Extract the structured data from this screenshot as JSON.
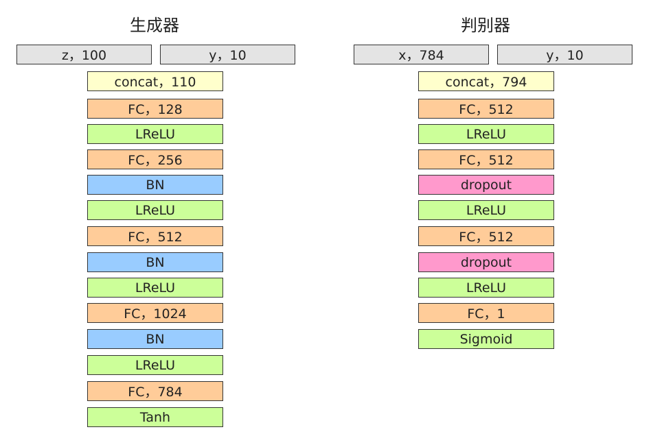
{
  "generator": {
    "title": "生成器",
    "inputs": [
      "z，100",
      "y，10"
    ],
    "layers": [
      {
        "label": "concat，110",
        "kind": "concat"
      },
      {
        "label": "FC，128",
        "kind": "fc"
      },
      {
        "label": "LReLU",
        "kind": "act"
      },
      {
        "label": "FC，256",
        "kind": "fc"
      },
      {
        "label": "BN",
        "kind": "bn"
      },
      {
        "label": "LReLU",
        "kind": "act"
      },
      {
        "label": "FC，512",
        "kind": "fc"
      },
      {
        "label": "BN",
        "kind": "bn"
      },
      {
        "label": "LReLU",
        "kind": "act"
      },
      {
        "label": "FC，1024",
        "kind": "fc"
      },
      {
        "label": "BN",
        "kind": "bn"
      },
      {
        "label": "LReLU",
        "kind": "act"
      },
      {
        "label": "FC，784",
        "kind": "fc"
      },
      {
        "label": "Tanh",
        "kind": "act"
      }
    ]
  },
  "discriminator": {
    "title": "判别器",
    "inputs": [
      "x，784",
      "y，10"
    ],
    "layers": [
      {
        "label": "concat，794",
        "kind": "concat"
      },
      {
        "label": "FC，512",
        "kind": "fc"
      },
      {
        "label": "LReLU",
        "kind": "act"
      },
      {
        "label": "FC，512",
        "kind": "fc"
      },
      {
        "label": "dropout",
        "kind": "dropout"
      },
      {
        "label": "LReLU",
        "kind": "act"
      },
      {
        "label": "FC，512",
        "kind": "fc"
      },
      {
        "label": "dropout",
        "kind": "dropout"
      },
      {
        "label": "LReLU",
        "kind": "act"
      },
      {
        "label": "FC，1",
        "kind": "fc"
      },
      {
        "label": "Sigmoid",
        "kind": "act"
      }
    ]
  },
  "colors": {
    "input": "#e4e4e4",
    "concat": "#ffffcc",
    "fc": "#ffcc99",
    "act": "#ccff99",
    "bn": "#99ccff",
    "dropout": "#ff99cc"
  }
}
